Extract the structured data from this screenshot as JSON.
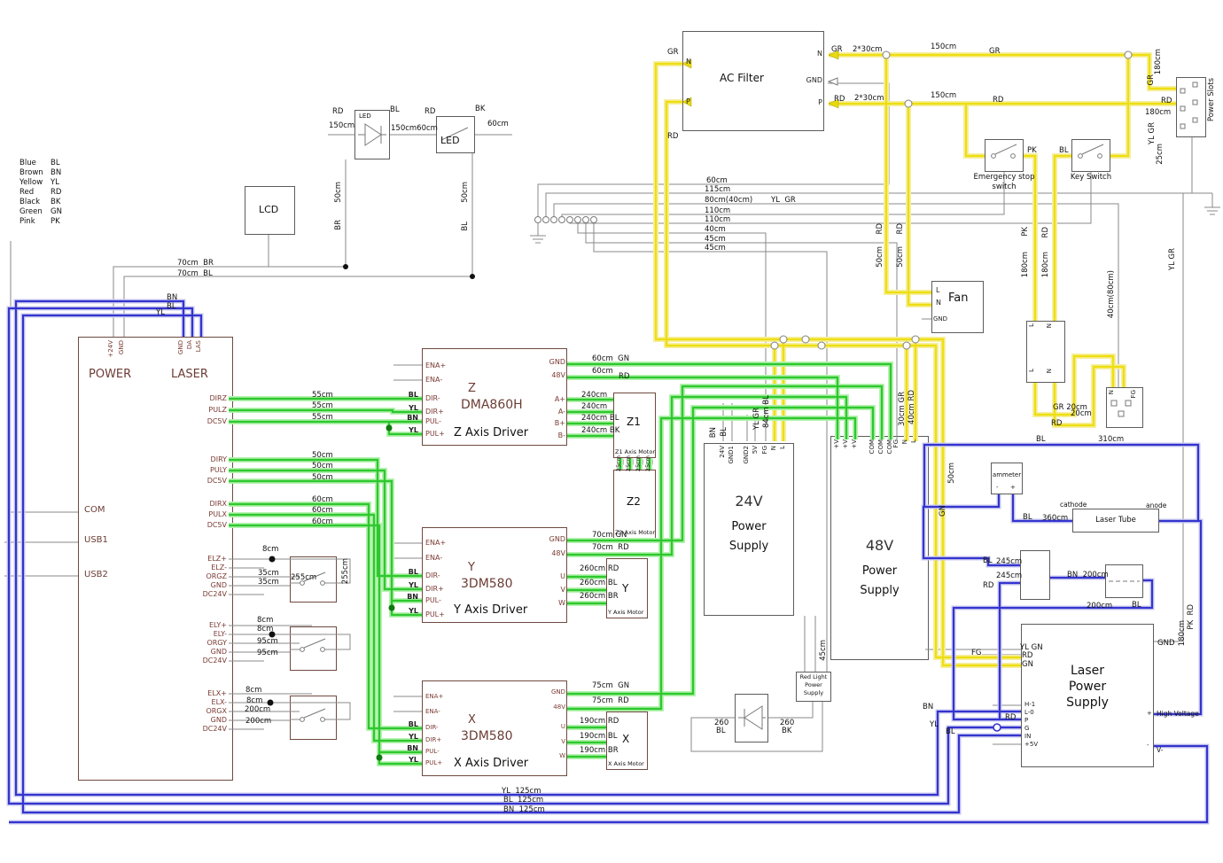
{
  "legend": {
    "items": [
      {
        "name": "Blue",
        "code": "BL"
      },
      {
        "name": "Brown",
        "code": "BN"
      },
      {
        "name": "Yellow",
        "code": "YL"
      },
      {
        "name": "Red",
        "code": "RD"
      },
      {
        "name": "Black",
        "code": "BK"
      },
      {
        "name": "Green",
        "code": "GN"
      },
      {
        "name": "Pink",
        "code": "PK"
      }
    ]
  },
  "boxes": {
    "ac_filter": {
      "title": "AC Filter",
      "pin_n": "N",
      "pin_gnd": "GND",
      "pin_p": "P"
    },
    "power_slots": {
      "title": "Power Slots"
    },
    "ess": {
      "caption1": "Emergency stop",
      "caption2": "switch"
    },
    "key_switch": {
      "caption": "Key Switch"
    },
    "lcd": {
      "title": "LCD"
    },
    "led1": {
      "title": "LED"
    },
    "led2": {
      "title": "LED"
    },
    "fan": {
      "title": "Fan",
      "pin_l": "L",
      "pin_n": "N",
      "pin_gnd": "GND"
    },
    "relay": {
      "pin_l": "L",
      "pin_n": "N"
    },
    "socket": {
      "pin_n": "N",
      "pin_fg": "FG"
    },
    "controller": {
      "section_power": "POWER",
      "section_laser": "LASER",
      "top_power": [
        "+24V",
        "GND"
      ],
      "top_laser": [
        "GND",
        "DA",
        "LAS"
      ],
      "left_pins": [
        "COM",
        "USB1",
        "USB2"
      ],
      "right_pins": [
        "DIRZ",
        "PULZ",
        "DC5V",
        "DIRY",
        "PULY",
        "DC5V",
        "DIRX",
        "PULX",
        "DC5V",
        "ELZ+",
        "ELZ-",
        "ORGZ",
        "GND",
        "DC24V",
        "ELY+",
        "ELY-",
        "ORGY",
        "GND",
        "DC24V",
        "ELX+",
        "ELX-",
        "ORGX",
        "GND",
        "DC24V"
      ]
    },
    "z_driver": {
      "t1": "Z",
      "t2": "DMA860H",
      "t3": "Z Axis Driver",
      "left": [
        "ENA+",
        "ENA-",
        "DIR-",
        "DIR+",
        "PUL-",
        "PUL+"
      ],
      "codes": [
        "BL",
        "YL",
        "BN",
        "YL"
      ],
      "right": [
        "GND",
        "48V",
        "A+",
        "A-",
        "B+",
        "B-"
      ]
    },
    "y_driver": {
      "t1": "Y",
      "t2": "3DM580",
      "t3": "Y Axis Driver",
      "left": [
        "ENA+",
        "ENA-",
        "DIR-",
        "DIR+",
        "PUL-",
        "PUL+"
      ],
      "codes": [
        "BL",
        "YL",
        "BN",
        "YL"
      ],
      "right": [
        "GND",
        "48V",
        "U",
        "V",
        "W"
      ]
    },
    "x_driver": {
      "t1": "X",
      "t2": "3DM580",
      "t3": "X Axis Driver",
      "left": [
        "ENA+",
        "ENA-",
        "DIR-",
        "DIR+",
        "PUL-",
        "PUL+"
      ],
      "codes": [
        "BL",
        "YL",
        "BN",
        "YL"
      ],
      "right": [
        "GND",
        "48V",
        "U",
        "V",
        "W"
      ]
    },
    "z1_motor": {
      "t": "Z1",
      "cap": "Z1 Axis Motor"
    },
    "z2_motor": {
      "t": "Z2",
      "cap": "Z2 Axis Motor"
    },
    "y_motor": {
      "t": "Y",
      "cap": "Y Axis Motor"
    },
    "x_motor": {
      "t": "X",
      "cap": "X Axis Motor"
    },
    "psu24": {
      "t1": "24V",
      "t2": "Power",
      "t3": "Supply",
      "pins": [
        "24V",
        "GND1",
        "GND2",
        "5V",
        "FG",
        "N",
        "L"
      ]
    },
    "psu48": {
      "t1": "48V",
      "t2": "Power",
      "t3": "Supply",
      "pins": [
        "+V",
        "+V",
        "+V",
        "COM",
        "COM",
        "COM",
        "FG",
        "N",
        "L"
      ]
    },
    "red_light": {
      "l1": "Red Light",
      "l2": "Power",
      "l3": "Supply"
    },
    "ammeter": {
      "t": "ammeter",
      "minus": "-",
      "plus": "+"
    },
    "laser_tube": {
      "t": "Laser Tube"
    },
    "laser_psu": {
      "t1": "Laser",
      "t2": "Power",
      "t3": "Supply",
      "left": [
        "H-1",
        "L-0",
        "P",
        "G",
        "IN",
        "+5V"
      ],
      "plus": "+",
      "minus": "-"
    }
  },
  "colors": {
    "yellow_wire": "#eede12",
    "green_wire": "#2ec82e",
    "blue_wire": "#3434cf",
    "gray_wire": "#8a8a8a"
  },
  "labels": [
    "GR",
    "RD",
    "GR",
    "2*30cm",
    "150cm",
    "GR",
    "RD",
    "2*30cm",
    "150cm",
    "RD",
    "180cm",
    "GR",
    "RD",
    "180cm",
    "YL GR",
    "25cm",
    "PK",
    "BL",
    "RD",
    "RD",
    "50cm",
    "50cm",
    "PK",
    "RD",
    "180cm",
    "180cm",
    "60cm",
    "115cm",
    "80cm(40cm)",
    "YL  GR",
    "110cm",
    "110cm",
    "40cm",
    "45cm",
    "45cm",
    "RD",
    "150cm",
    "BL",
    "RD",
    "BK",
    "60cm",
    "150cm60cm",
    "50cm",
    "BR",
    "50cm",
    "BL",
    "70cm  BR",
    "70cm  BL",
    "BN",
    "BL",
    "YL",
    "55cm",
    "55cm",
    "55cm",
    "50cm",
    "50cm",
    "50cm",
    "60cm",
    "60cm",
    "60cm",
    "8cm",
    "35cm",
    "35cm",
    "255cm",
    "255cm",
    "8cm",
    "8cm",
    "95cm",
    "95cm",
    "8cm",
    "8cm",
    "200cm",
    "200cm",
    "60cm  GN",
    "60cm",
    "RD",
    "240cm",
    "240cm",
    "240cm BL",
    "240cm BK",
    "25cm",
    "25cm",
    "25cm",
    "25cm",
    "70cm GN",
    "70cm  RD",
    "260cm RD",
    "260cm BL",
    "260cm BR",
    "75cm  GN",
    "75cm  RD",
    "190cm RD",
    "190cm BL",
    "190cm BR",
    "BN",
    "BL",
    "YL GR",
    "84cm BL",
    "30cm GR",
    "40cm RD",
    "45cm",
    "GN",
    "50cm",
    "GR 20cm",
    "20cm",
    "RD",
    "40cm(80cm)",
    "BL",
    "310cm",
    "BL",
    "360cm",
    "cathode",
    "anode",
    "BL",
    "245cm",
    "245cm",
    "RD",
    "BN  200cm",
    "200cm",
    "BL",
    "PK  RD",
    "YL GN",
    "RD",
    "GN",
    "FG",
    "RD",
    "BN",
    "YL",
    "BL",
    "GND",
    "High Voltage",
    "V-",
    "180cm",
    "YL GR",
    "260",
    "BL",
    "260",
    "BK",
    "YL  125cm",
    "BL  125cm",
    "BN  125cm"
  ]
}
